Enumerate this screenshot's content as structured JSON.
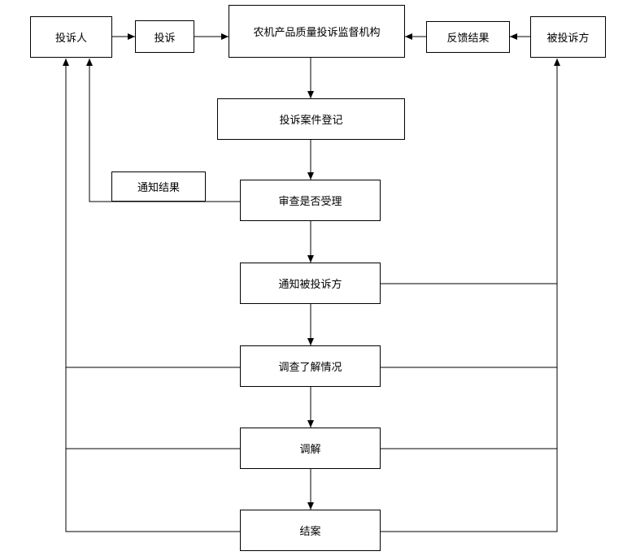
{
  "nodes": {
    "complainant": "投诉人",
    "complaint": "投诉",
    "agency": "农机产品质量投诉监督机构",
    "feedback": "反馈结果",
    "respondent": "被投诉方",
    "register": "投诉案件登记",
    "notify_result": "通知结果",
    "review": "审查是否受理",
    "notify_respondent": "通知被投诉方",
    "investigate": "调查了解情况",
    "mediate": "调解",
    "close": "结案"
  }
}
